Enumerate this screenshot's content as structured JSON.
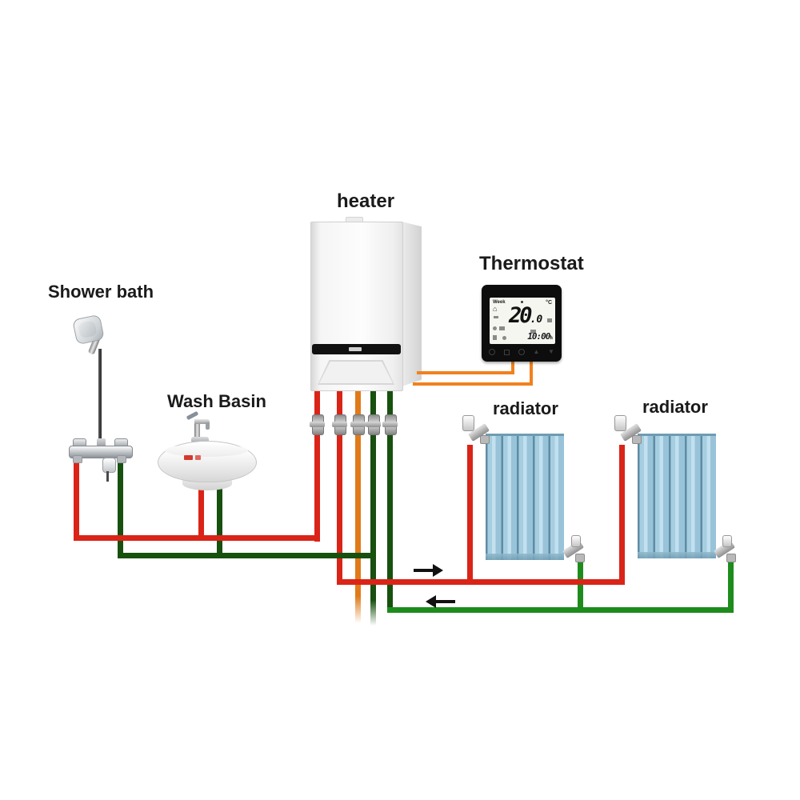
{
  "labels": {
    "heater": "heater",
    "thermostat": "Thermostat",
    "shower": "Shower bath",
    "basin": "Wash Basin",
    "radiator_left": "radiator",
    "radiator_right": "radiator"
  },
  "thermostat": {
    "mode": "Week",
    "temperature_whole": "20",
    "temperature_decimal": ".0",
    "unit": "°C",
    "time": "10:00",
    "time_unit": "h",
    "icons": {
      "home": "⌂",
      "up": "▲",
      "down": "▼"
    }
  },
  "colors": {
    "hot_pipe": "#da2418",
    "cold_pipe": "#17500f",
    "return_pipe": "#1d8c1d",
    "gas_pipe": "#e07b1a",
    "wire": "#f08120",
    "arrow": "#111111",
    "label_text": "#1a1a1a",
    "thermostat_body": "#0d0d0d",
    "thermostat_screen": "#f4f6ef",
    "radiator_body": "#99c3d8",
    "radiator_edge": "#5f8ca4"
  }
}
